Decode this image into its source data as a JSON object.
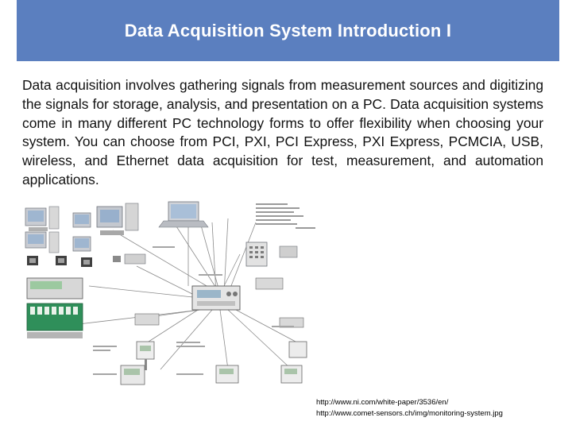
{
  "slide": {
    "title": "Data Acquisition System Introduction I",
    "body": "Data acquisition involves gathering signals from measurement sources and digitizing the signals for storage, analysis, and presentation on a PC. Data acquisition systems come in many different PC technology forms to offer flexibility when choosing your system. You can choose from PCI, PXI, PCI Express, PXI Express, PCMCIA, USB, wireless, and Ethernet data acquisition for test, measurement, and automation applications.",
    "sources": [
      "http://www.ni.com/white-paper/3536/en/",
      "http://www.comet-sensors.ch/img/monitoring-system.jpg"
    ]
  },
  "colors": {
    "title_background": "#5b7fbf",
    "title_text": "#ffffff"
  }
}
